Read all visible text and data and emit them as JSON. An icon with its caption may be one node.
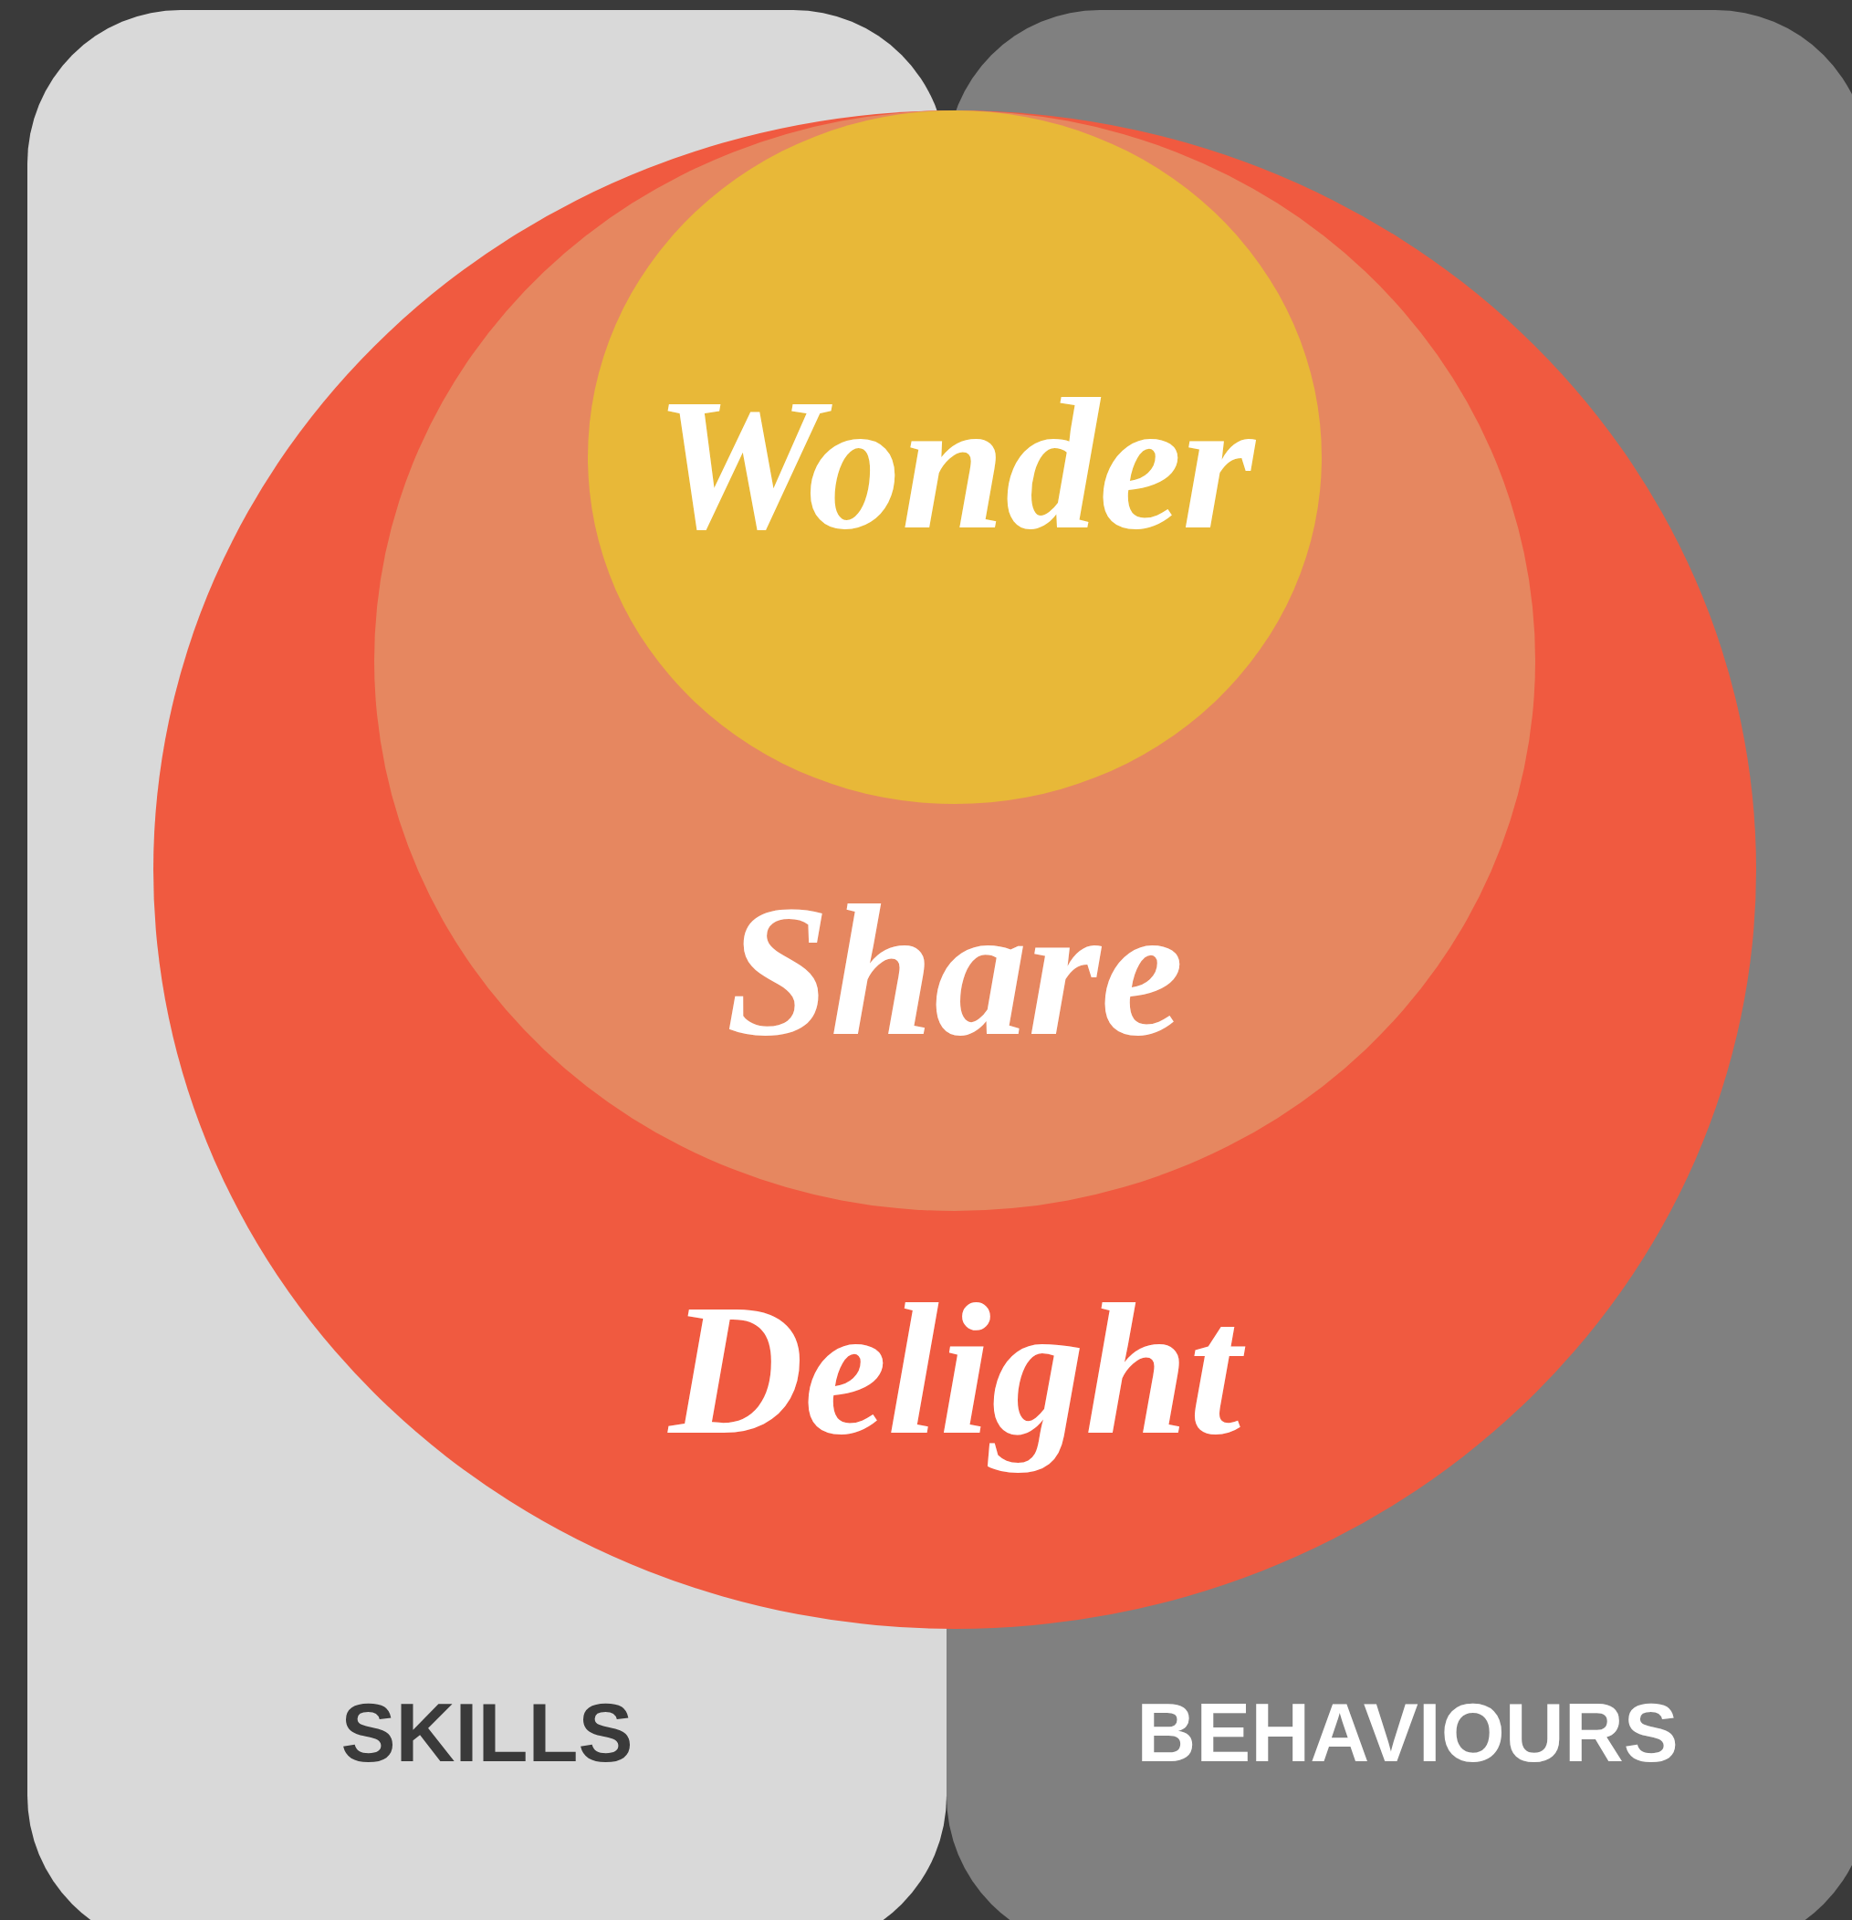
{
  "diagram": {
    "nodes": [
      {
        "text": [
          "SKILLS"
        ]
      },
      {
        "text": [
          "BEHAVIOURS"
        ]
      },
      {
        "text": [
          "Delight"
        ]
      },
      {
        "text": [
          "Share"
        ],
        "in": 2
      },
      {
        "text": [
          "Wonder"
        ],
        "in": 3
      }
    ]
  }
}
